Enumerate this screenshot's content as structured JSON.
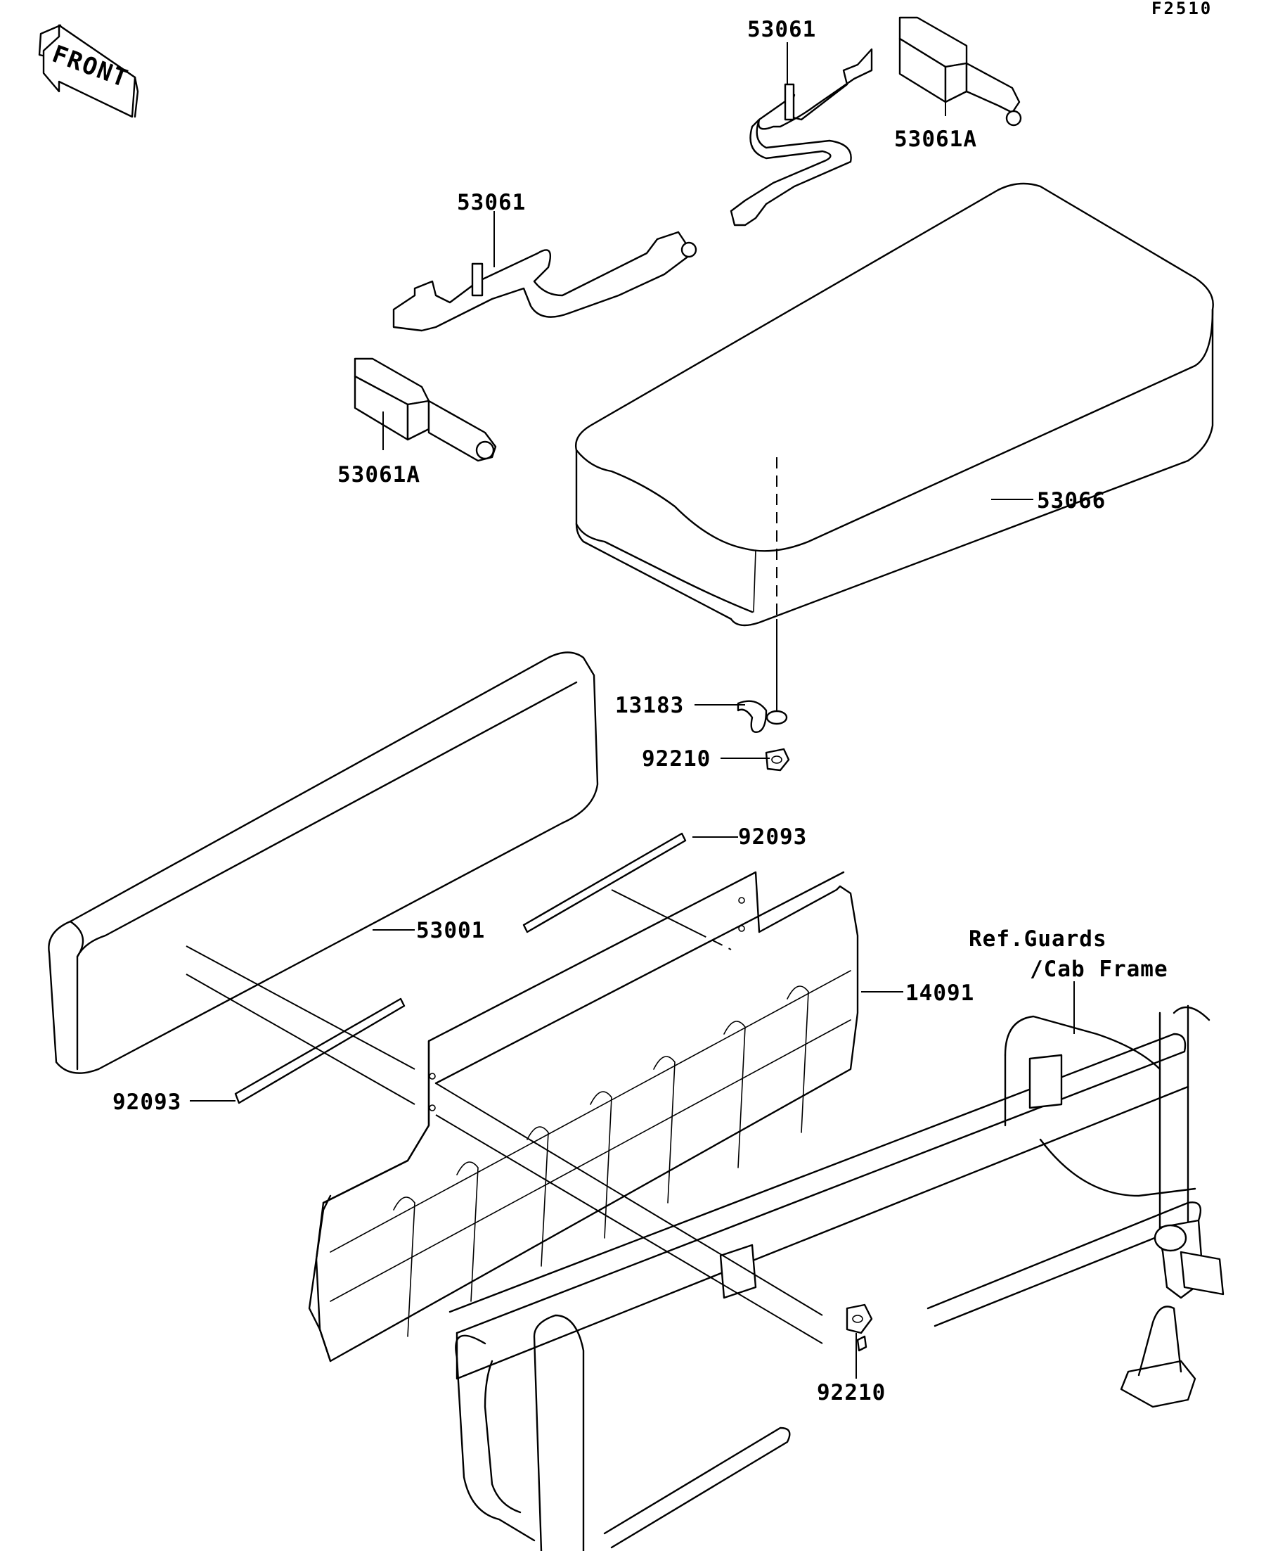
{
  "figure_id": "F2510",
  "front_indicator": "FRONT",
  "parts": [
    {
      "id": "p1",
      "number": "53061"
    },
    {
      "id": "p2",
      "number": "53061A"
    },
    {
      "id": "p3",
      "number": "53061"
    },
    {
      "id": "p4",
      "number": "53061A"
    },
    {
      "id": "p5",
      "number": "53066"
    },
    {
      "id": "p6",
      "number": "13183"
    },
    {
      "id": "p7",
      "number": "92210"
    },
    {
      "id": "p8",
      "number": "92093"
    },
    {
      "id": "p9",
      "number": "53001"
    },
    {
      "id": "p10",
      "number": "14091"
    },
    {
      "id": "p11",
      "number": "92093"
    },
    {
      "id": "p12",
      "number": "92210"
    }
  ],
  "reference_note": {
    "line1": "Ref.Guards",
    "line2": "/Cab Frame"
  }
}
